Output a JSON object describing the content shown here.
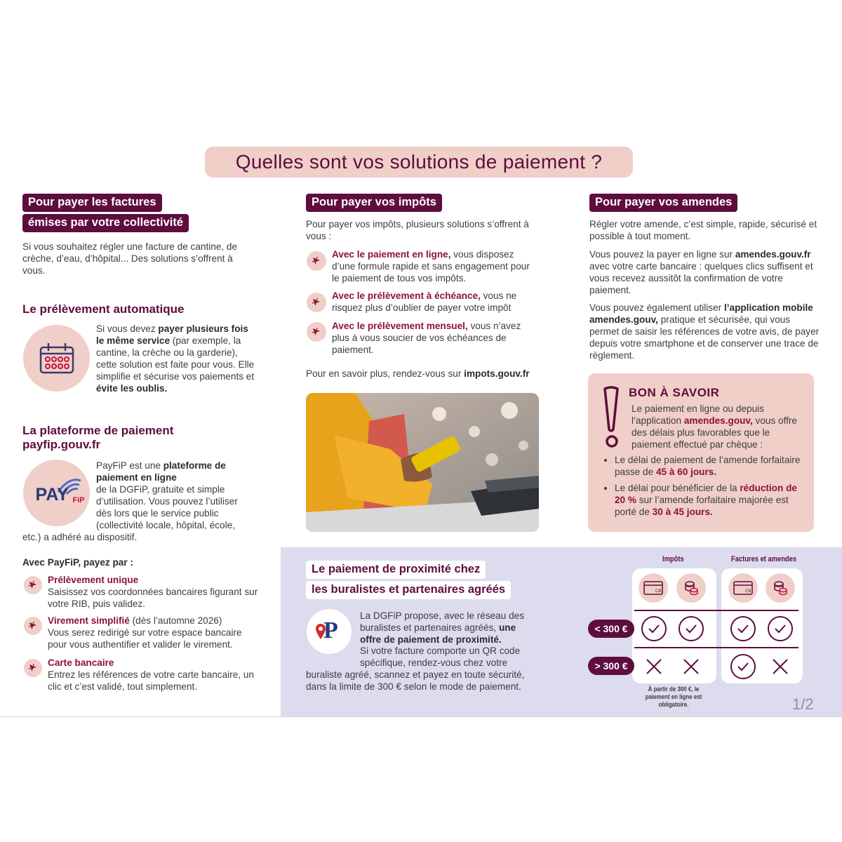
{
  "title": "Quelles sont vos solutions de paiement ?",
  "col1": {
    "pill1": "Pour payer les factures",
    "pill2": "émises par votre collectivité",
    "intro": "Si vous souhaitez régler une facture de cantine, de crèche, d’eau, d’hôpital... Des solutions s’offrent à vous.",
    "prelev_title": "Le prélèvement automatique",
    "prelev_text": {
      "a": "Si vous devez ",
      "b": "payer plusieurs fois le même service",
      "c": " (par exemple, la cantine, la crèche ou la garderie), cette solution est faite pour vous. Elle simplifie et sécurise vos paiements et ",
      "d": "évite les oublis."
    },
    "payfip_title_1": "La plateforme de paiement",
    "payfip_title_2": "payfip.gouv.fr",
    "payfip_logo_pay": "PAY",
    "payfip_logo_fip": "FiP",
    "payfip_text": {
      "a": "PayFiP est une ",
      "b": "plateforme de paiement en ligne",
      "c": " de la DGFiP, gratuite et simple d’utilisation. Vous pouvez l’utiliser dès lors que le service public (collectivité locale, hôpital, école, etc.) a adhéré au dispositif."
    },
    "avec_title": "Avec PayFiP, payez par :",
    "items": [
      {
        "title": "Prélèvement unique",
        "extra": "",
        "text": "Saisissez vos coordonnées bancaires figurant sur votre RIB, puis validez."
      },
      {
        "title": "Virement simplifié",
        "extra": " (dès l’automne 2026)",
        "text": "Vous serez redirigé sur votre espace bancaire pour vous authentifier et valider le virement."
      },
      {
        "title": "Carte bancaire",
        "extra": "",
        "text": "Entrez les références de votre carte bancaire, un clic et c’est validé, tout simplement."
      }
    ]
  },
  "col2": {
    "pill": "Pour payer vos impôts",
    "intro": "Pour payer vos impôts, plusieurs solutions s’offrent à vous :",
    "items": [
      {
        "bold": "Avec le paiement en ligne,",
        "text": " vous disposez d’une formule rapide et sans engagement pour le paiement de tous vos impôts."
      },
      {
        "bold": "Avec le prélèvement à échéance,",
        "text": " vous ne risquez plus d’oublier de payer votre impôt"
      },
      {
        "bold": "Avec le prélèvement mensuel,",
        "text": " vous n’avez plus à vous soucier de vos échéances de paiement."
      }
    ],
    "more_text": "Pour en savoir plus, rendez-vous sur ",
    "more_link": "impots.gouv.fr"
  },
  "col3": {
    "pill": "Pour payer vos amendes",
    "p1": "Régler votre amende, c’est simple, rapide, sécurisé et possible à tout moment.",
    "p2": {
      "a": "Vous pouvez la payer en ligne sur ",
      "b": "amendes.gouv.fr",
      "c": " avec votre carte bancaire : quelques clics suffisent et vous recevez aussitôt la confirmation de votre paiement."
    },
    "p3": {
      "a": "Vous pouvez également utiliser ",
      "b": "l’application mobile amendes.gouv,",
      "c": " pratique et sécurisée, qui vous permet de saisir les références de votre avis, de payer depuis votre smartphone et de conserver une trace de règlement."
    },
    "bon": {
      "title": "BON À SAVOIR",
      "intro_a": "Le paiement en ligne ou depuis l’application ",
      "intro_b": "amendes.gouv,",
      "intro_c": " vous offre des délais plus favorables que le paiement effectué par chèque :",
      "b1_a": "Le délai de paiement de l’amende forfaitaire passe de ",
      "b1_b": "45 à 60 jours.",
      "b2_a": "Le délai pour bénéficier de la ",
      "b2_b": "réduction de 20 %",
      "b2_c": " sur l’amende forfaitaire majorée est porté de ",
      "b2_d": "30 à 45 jours."
    }
  },
  "proximite": {
    "pill1": "Le paiement de proximité chez",
    "pill2": "les buralistes et partenaires agréés",
    "logo": "P",
    "text_a": "La DGFiP propose, avec le réseau des buralistes et partenaires agréés, ",
    "text_b": "une offre de paiement de proximité.",
    "text_c": " Si votre facture comporte un QR code spécifique, rendez-vous chez votre buraliste agréé, scannez et payez en toute sécurité, dans la limite de 300 € selon le mode de paiement."
  },
  "table": {
    "col_impots": "Impôts",
    "col_factures": "Factures et amendes",
    "row1": "< 300 €",
    "row2": "> 300 €",
    "cb_label": "CB",
    "note": "À partir de 300 €, le paiement en ligne est obligatoire."
  },
  "page_number": "1/2",
  "colors": {
    "primary": "#5e0d3e",
    "accent": "#8c1239",
    "pink": "#f0cfc8",
    "band": "#dcdcee"
  }
}
